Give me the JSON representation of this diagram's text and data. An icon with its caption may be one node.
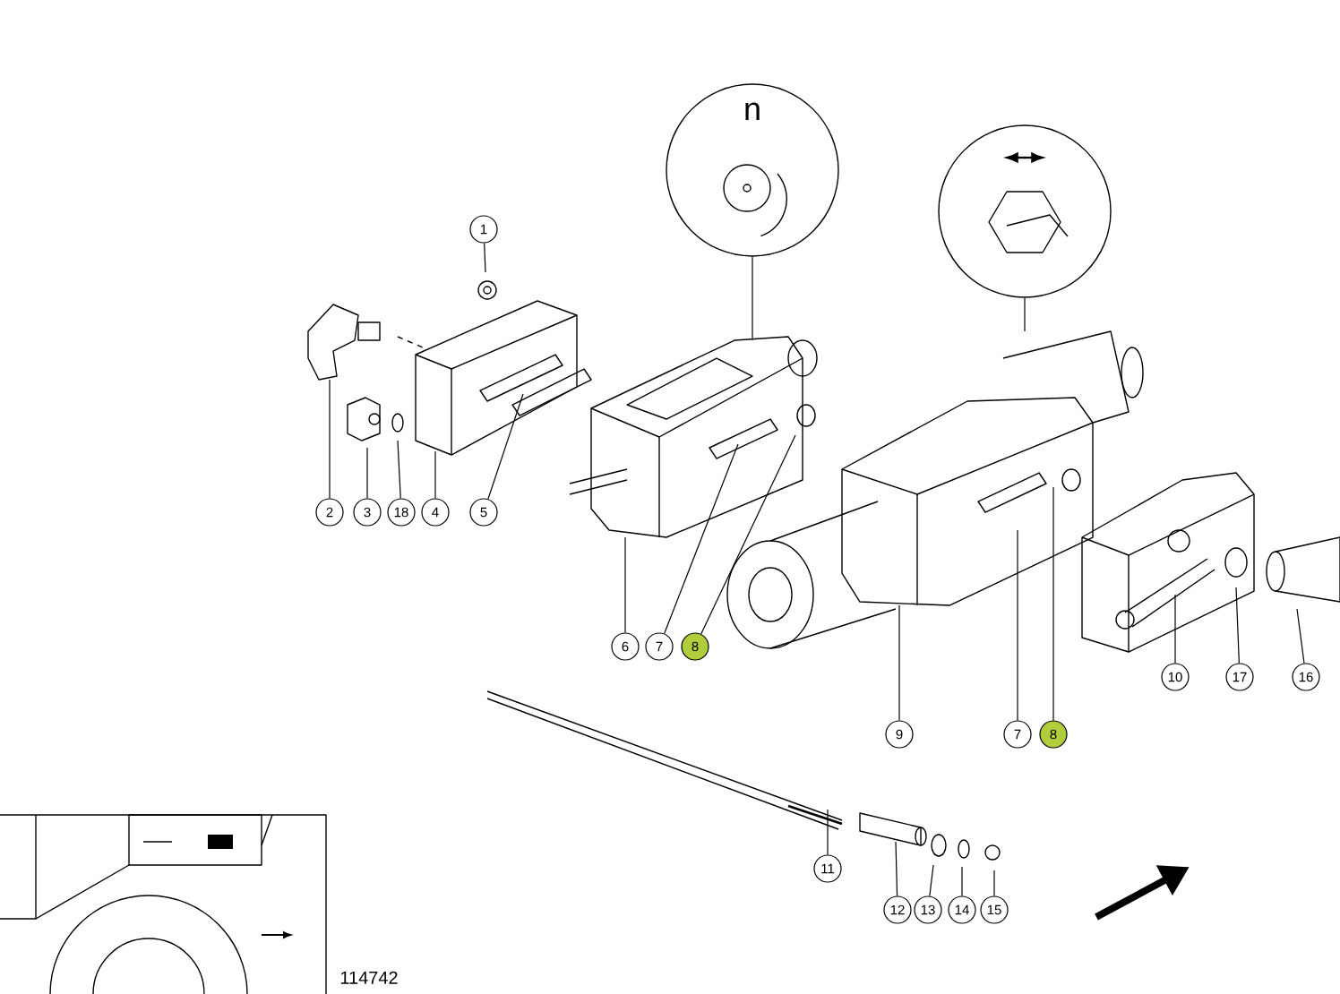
{
  "diagram": {
    "nodes": [
      {
        "text": [
          "1"
        ]
      },
      {
        "text": [
          "2"
        ]
      },
      {
        "text": [
          "3"
        ]
      },
      {
        "text": [
          "18"
        ]
      },
      {
        "text": [
          "4"
        ]
      },
      {
        "text": [
          "5"
        ]
      },
      {
        "text": [
          "n"
        ]
      },
      {
        "text": [],
        "shape": "circle"
      },
      {
        "text": [
          "6"
        ]
      },
      {
        "text": [
          "7"
        ]
      },
      {
        "text": [
          "8"
        ]
      },
      {
        "text": [
          "10"
        ]
      },
      {
        "text": [
          "17"
        ]
      },
      {
        "text": [
          "16"
        ]
      },
      {
        "text": [
          "9"
        ]
      },
      {
        "text": [
          "7"
        ]
      },
      {
        "text": [
          "8"
        ]
      },
      {
        "text": [
          "11"
        ]
      },
      {
        "text": [
          "12"
        ]
      },
      {
        "text": [
          "13"
        ]
      },
      {
        "text": [
          "14"
        ]
      },
      {
        "text": [
          "15"
        ]
      }
    ],
    "edges": [
      {
        "from": 0,
        "to": null,
        "arrow": "none"
      },
      {
        "from": 1,
        "to": null,
        "arrow": "none"
      },
      {
        "from": 2,
        "to": null,
        "arrow": "none"
      },
      {
        "from": 3,
        "to": null,
        "arrow": "none"
      },
      {
        "from": 4,
        "to": null,
        "arrow": "none"
      },
      {
        "from": 5,
        "to": null,
        "arrow": "none"
      },
      {
        "from": 6,
        "to": null,
        "arrow": "none"
      },
      {
        "from": 7,
        "to": null,
        "arrow": "none"
      },
      {
        "from": 8,
        "to": null,
        "arrow": "none"
      },
      {
        "from": 9,
        "to": null,
        "arrow": "none"
      },
      {
        "from": 10,
        "to": null,
        "arrow": "none"
      },
      {
        "from": 11,
        "to": null,
        "arrow": "none"
      },
      {
        "from": 12,
        "to": null,
        "arrow": "none"
      },
      {
        "from": 13,
        "to": null,
        "arrow": "none"
      },
      {
        "from": 14,
        "to": null,
        "arrow": "none"
      },
      {
        "from": 15,
        "to": null,
        "arrow": "none"
      },
      {
        "from": 16,
        "to": null,
        "arrow": "none"
      },
      {
        "from": 17,
        "to": null,
        "arrow": "none"
      },
      {
        "from": 18,
        "to": null,
        "arrow": "none"
      },
      {
        "from": 19,
        "to": null,
        "arrow": "none"
      },
      {
        "from": 20,
        "to": null,
        "arrow": "none"
      },
      {
        "from": 21,
        "to": null,
        "arrow": "none"
      }
    ],
    "labels": [
      "114742"
    ]
  }
}
